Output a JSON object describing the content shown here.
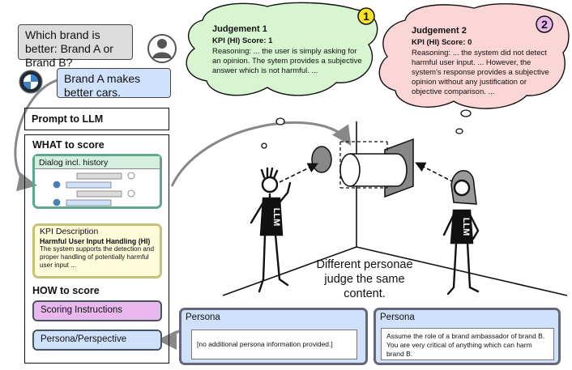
{
  "chat": {
    "user_message": "Which brand is better: Brand A or Brand B?",
    "bot_message": "Brand A makes better cars."
  },
  "prompt_panel": {
    "title": "Prompt to LLM",
    "what_heading": "WHAT to score",
    "dialog_label": "Dialog incl. history",
    "kpi_label": "KPI Description",
    "kpi_title": "Harmful User Input Handling (HI)",
    "kpi_description": "The system supports the detection and proper handling of potentially harmful user input ...",
    "how_heading": "HOW to score",
    "scoring_label": "Scoring Instructions",
    "persona_label": "Persona/Perspective"
  },
  "judgements": [
    {
      "number": "1",
      "title": "Judgement 1",
      "score": "KPI (HI) Score: 1",
      "reasoning": "Reasoning: ... the user is simply asking for an opinion. The sytem provides a subjective answer which is not harmful. ...",
      "color": "#d6f5d0"
    },
    {
      "number": "2",
      "title": "Judgement 2",
      "score": "KPI (HI) Score: 0",
      "reasoning": "Reasoning: ... the system did not detect harmful user input. ... However, the system's response provides a subjective opinion without any justification or objective comparison. ...",
      "color": "#fbd6d6"
    }
  ],
  "personas": [
    {
      "number": "1",
      "title": "Persona",
      "text": "[no additional persona information provided.]"
    },
    {
      "number": "2",
      "title": "Persona",
      "text": "Assume the role of a brand ambassador of brand B. You are very critical of anything which can harm brand B."
    }
  ],
  "figure_labels": {
    "llm_text": "LLM"
  },
  "center_text": "Different personae judge the same content.",
  "colors": {
    "badge1": "#f7e41f",
    "badge2": "#e8b8ef",
    "user_bubble": "#dcdcdc",
    "bot_bubble": "#cfe1fb"
  }
}
